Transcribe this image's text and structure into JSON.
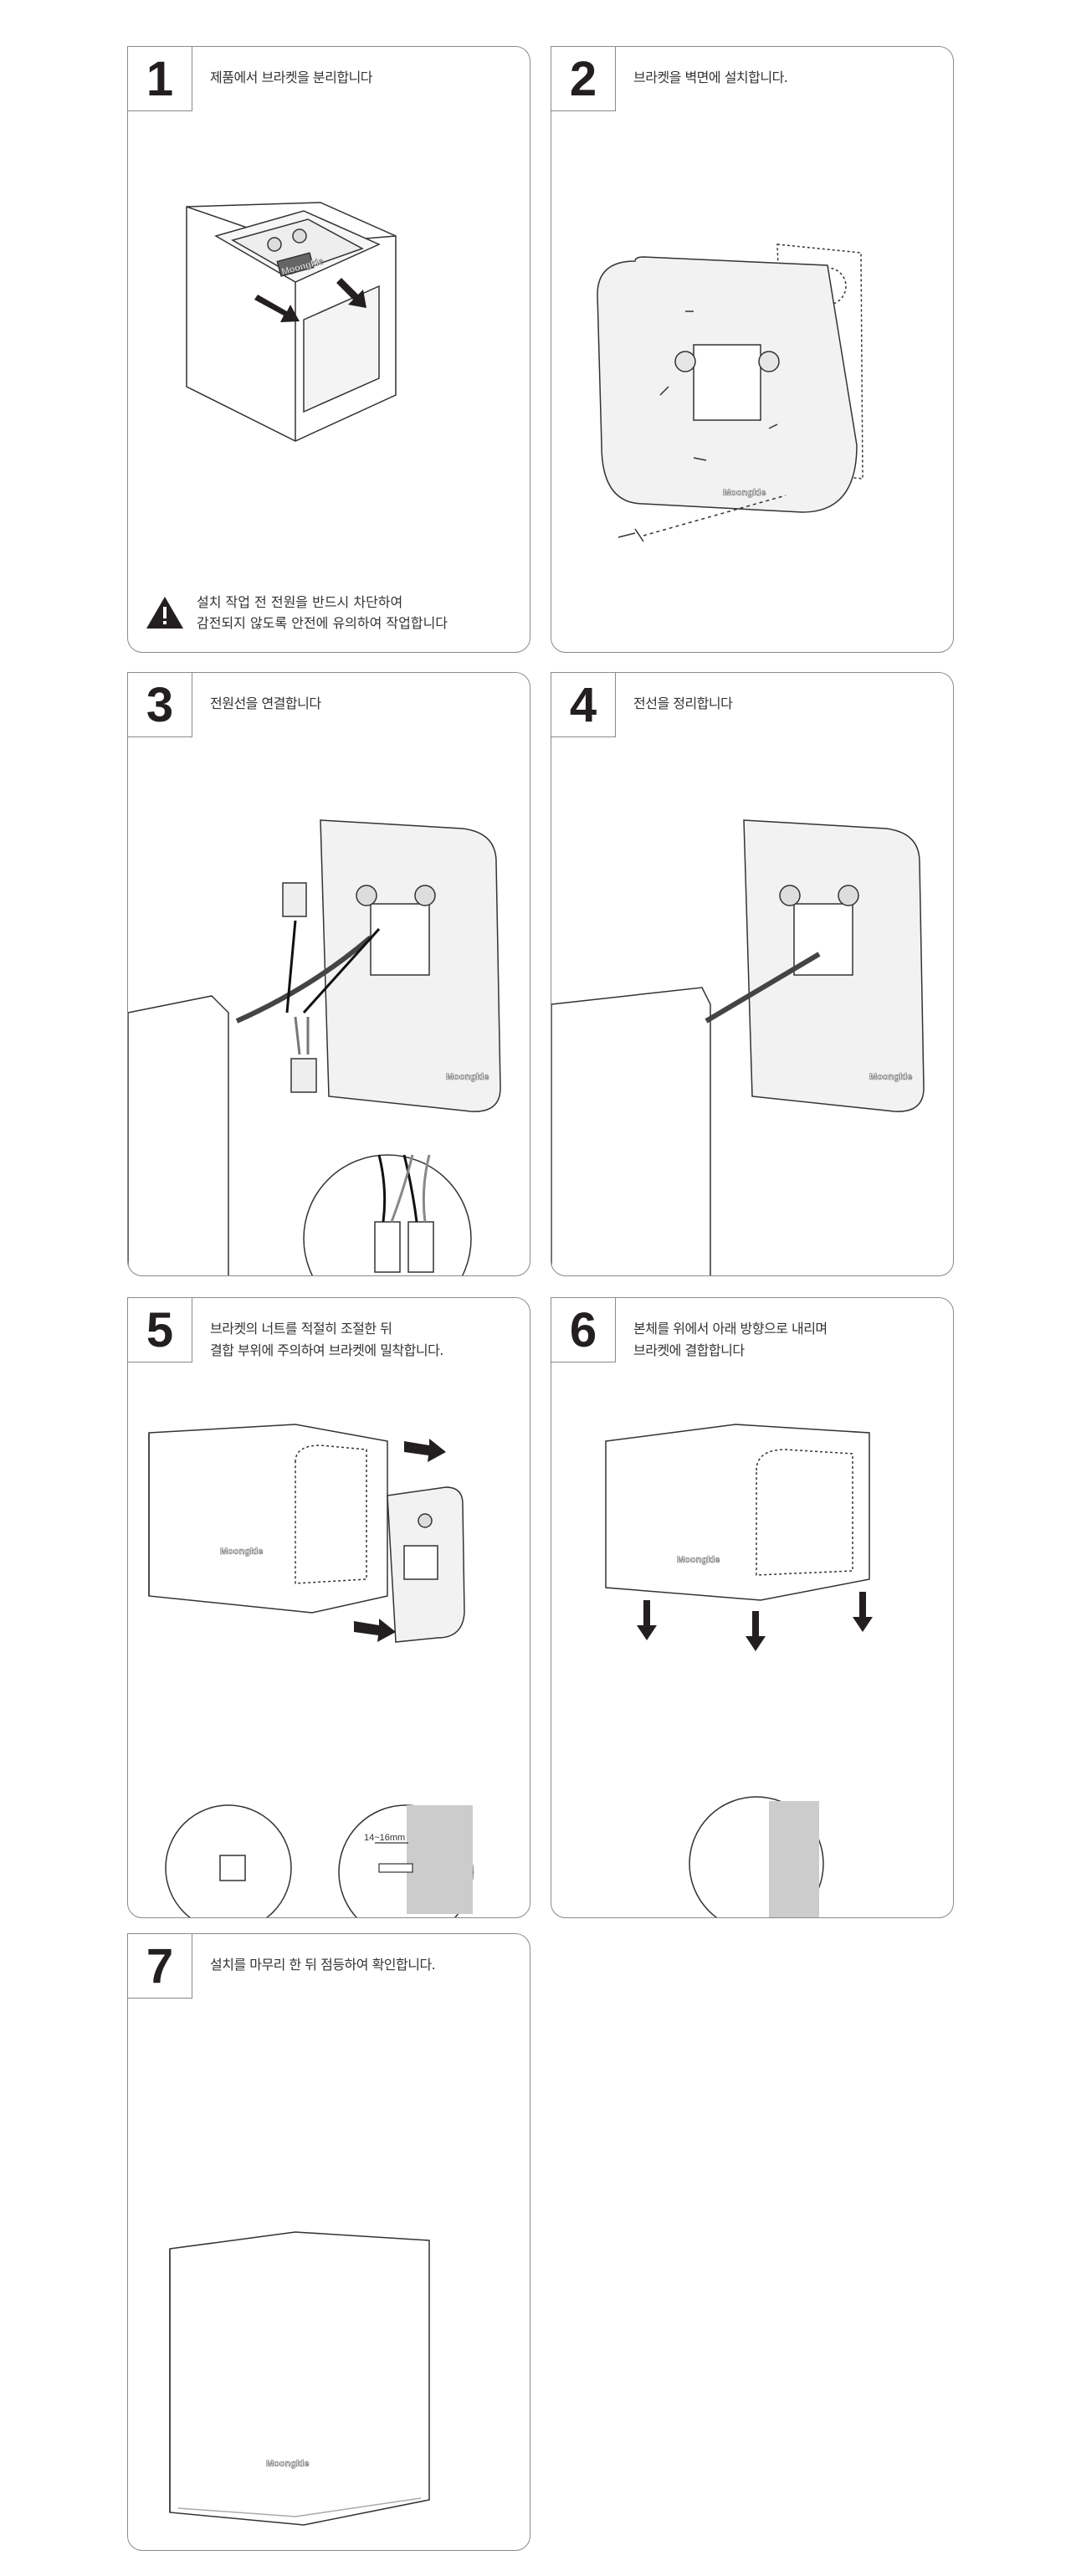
{
  "brand_logo": "Moongkle",
  "steps": [
    {
      "number": "1",
      "lines": [
        "제품에서 브라켓을 분리합니다"
      ]
    },
    {
      "number": "2",
      "lines": [
        "브라켓을 벽면에 설치합니다."
      ]
    },
    {
      "number": "3",
      "lines": [
        "전원선을 연결합니다"
      ]
    },
    {
      "number": "4",
      "lines": [
        "전선을 정리합니다"
      ]
    },
    {
      "number": "5",
      "lines": [
        "브라켓의 너트를 적절히 조절한 뒤",
        "결합 부위에 주의하여 브라켓에 밀착합니다."
      ]
    },
    {
      "number": "6",
      "lines": [
        "본체를 위에서 아래 방향으로 내리며",
        "브라켓에 결합합니다"
      ]
    },
    {
      "number": "7",
      "lines": [
        "설치를 마무리 한 뒤 점등하여 확인합니다."
      ]
    }
  ],
  "warning": {
    "icon": "warning-triangle-icon",
    "lines": [
      "설치 작업 전 전원을 반드시 차단하여",
      "감전되지 않도록 안전에 유의하여 작업합니다"
    ]
  },
  "dimension_label": "14~16mm",
  "colors": {
    "border": "#8a8a8a",
    "text": "#231f20",
    "wall": "#d0d0d0"
  }
}
